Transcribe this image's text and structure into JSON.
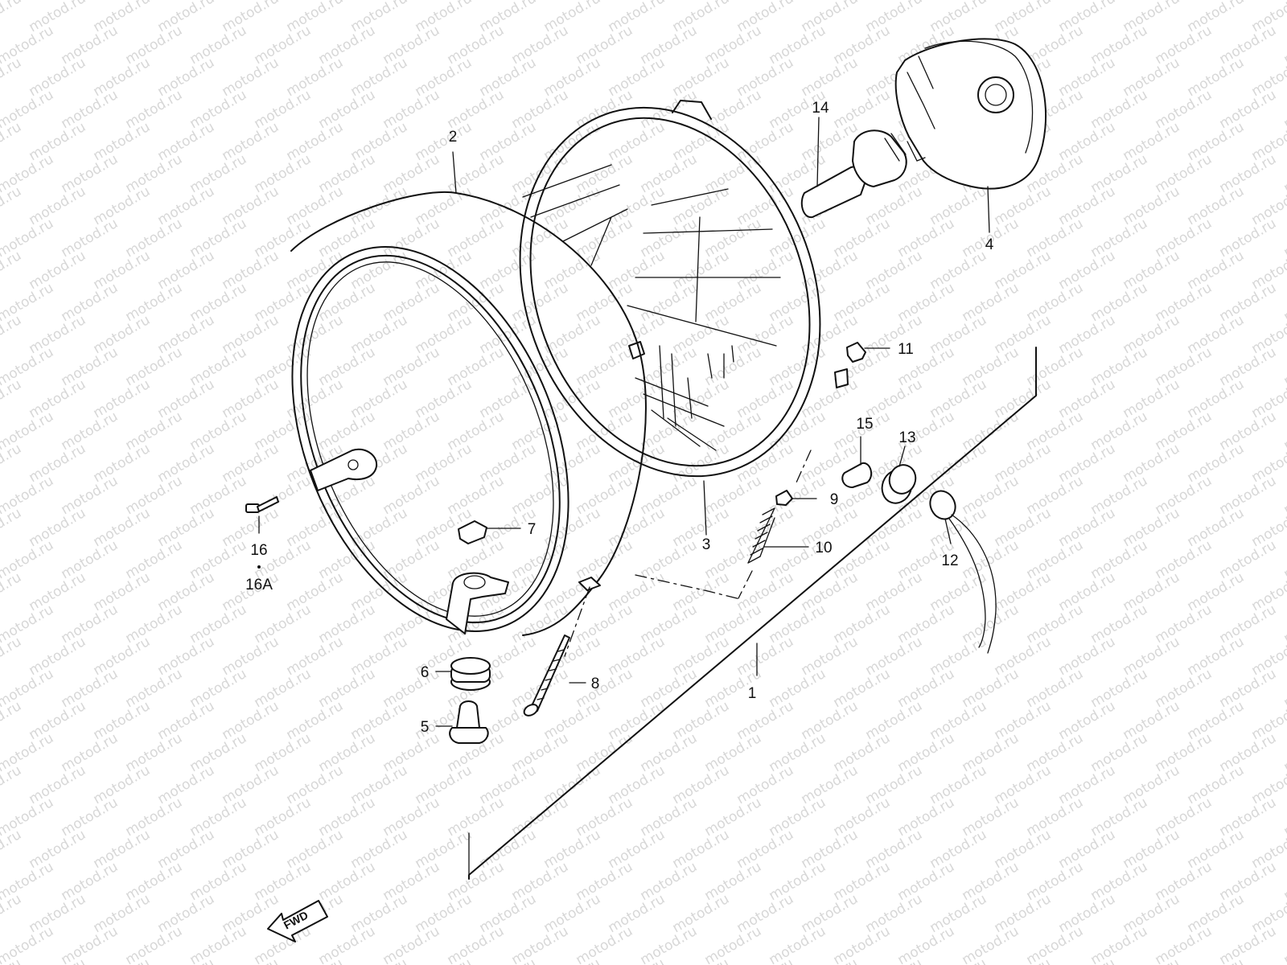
{
  "watermark": {
    "text": "motod.ru"
  },
  "callouts": [
    {
      "id": "1",
      "label": "1"
    },
    {
      "id": "2",
      "label": "2"
    },
    {
      "id": "3",
      "label": "3"
    },
    {
      "id": "4",
      "label": "4"
    },
    {
      "id": "5",
      "label": "5"
    },
    {
      "id": "6",
      "label": "6"
    },
    {
      "id": "7",
      "label": "7"
    },
    {
      "id": "8",
      "label": "8"
    },
    {
      "id": "9",
      "label": "9"
    },
    {
      "id": "10",
      "label": "10"
    },
    {
      "id": "11",
      "label": "11"
    },
    {
      "id": "12",
      "label": "12"
    },
    {
      "id": "13",
      "label": "13"
    },
    {
      "id": "14",
      "label": "14"
    },
    {
      "id": "15",
      "label": "15"
    },
    {
      "id": "16",
      "label": "16"
    },
    {
      "id": "16A",
      "label": "16A"
    }
  ],
  "direction_marker": {
    "label": "FWD",
    "icon": "fwd-arrow-icon"
  },
  "colors": {
    "line": "#111111",
    "watermark": "#d7d7d7",
    "background": "#ffffff"
  }
}
